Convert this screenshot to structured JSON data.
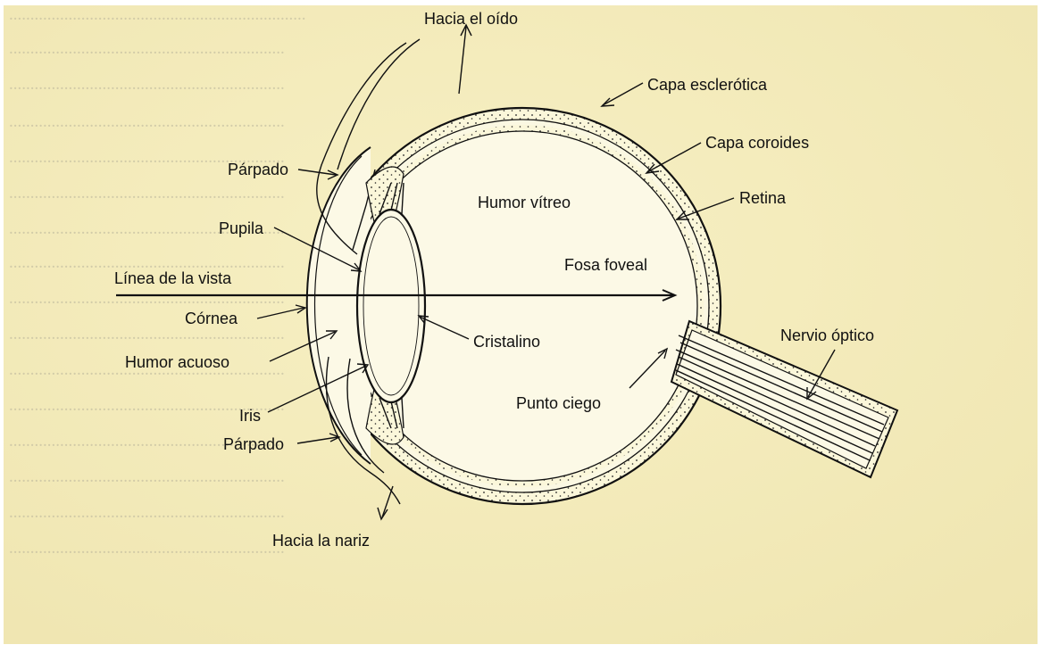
{
  "figure": {
    "paper_color": "#f7f0c4",
    "ink_color": "#111111",
    "labels": {
      "hacia_oido": "Hacia el oído",
      "capa_esclerotica": "Capa esclerótica",
      "capa_coroides": "Capa coroides",
      "retina": "Retina",
      "humor_vitreo": "Humor vítreo",
      "parpado_superior": "Párpado",
      "pupila": "Pupila",
      "linea_vista": "Línea de la vista",
      "fosa_foveal": "Fosa foveal",
      "cornea": "Córnea",
      "cristalino": "Cristalino",
      "nervio_optico": "Nervio óptico",
      "humor_acuoso": "Humor acuoso",
      "punto_ciego": "Punto ciego",
      "iris": "Iris",
      "parpado_inferior": "Párpado",
      "hacia_nariz": "Hacia la nariz"
    }
  }
}
